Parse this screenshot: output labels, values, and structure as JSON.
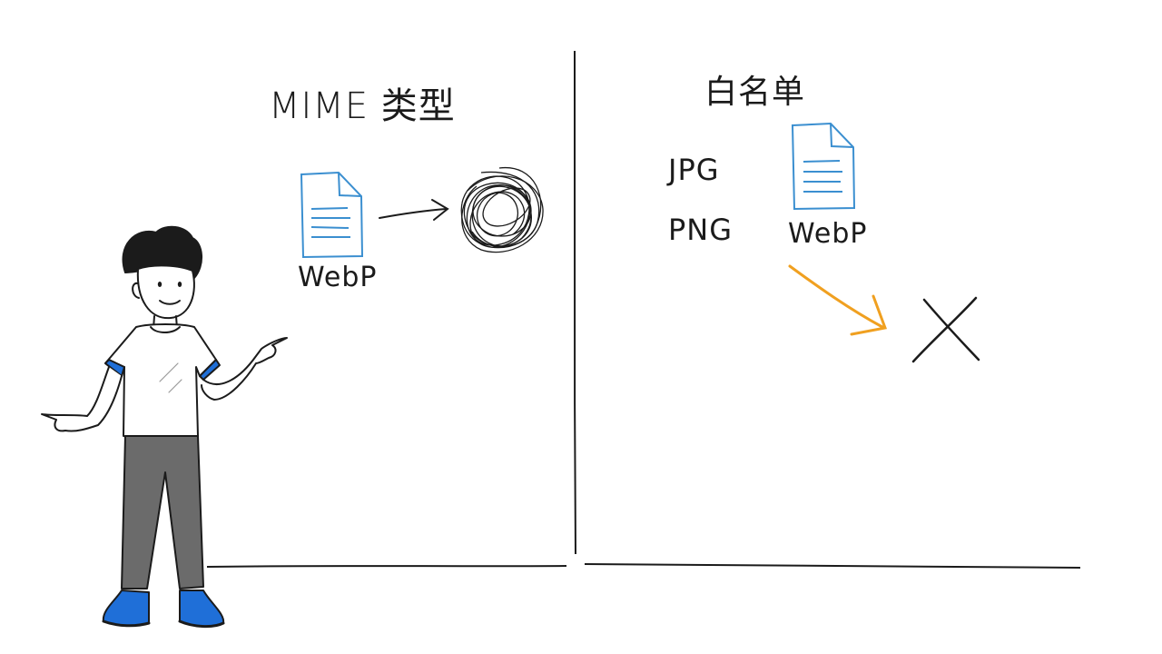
{
  "left_panel": {
    "title": "MIME 类型",
    "file_label": "WebP"
  },
  "right_panel": {
    "title": "白名单",
    "whitelist_items": [
      "JPG",
      "PNG"
    ],
    "file_label": "WebP"
  },
  "colors": {
    "ink": "#1b1b1b",
    "doc_blue": "#3b8fd0",
    "arrow_orange": "#f0a020",
    "shirt_accent": "#1f6fd8",
    "pants": "#6b6b6b"
  },
  "icons": {
    "document": "document-icon",
    "scribble": "scribble-icon",
    "reject": "x-mark-icon"
  }
}
